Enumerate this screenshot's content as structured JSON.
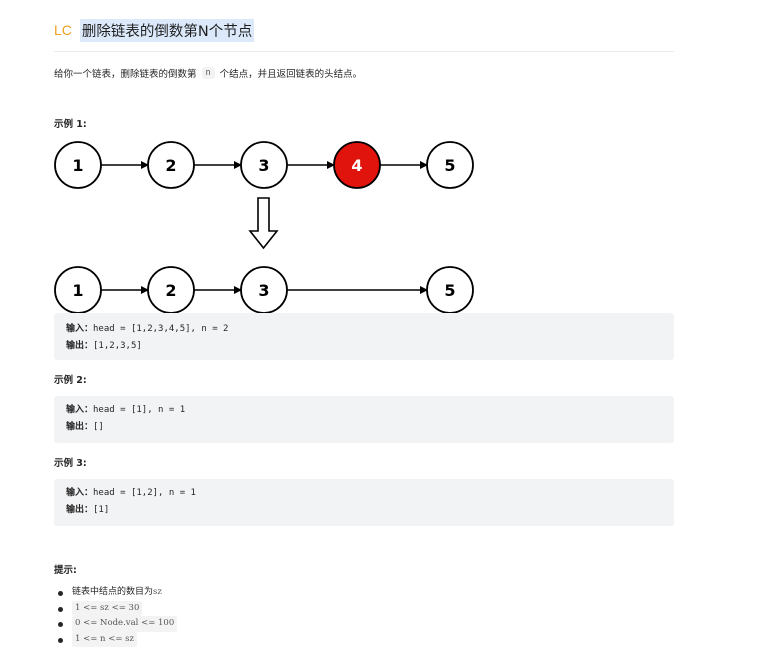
{
  "header": {
    "tag": "LC",
    "title": "删除链表的倒数第N个节点"
  },
  "description": {
    "before": "给你一个链表，删除链表的倒数第 ",
    "code": "n",
    "after": " 个结点，并且返回链表的头结点。"
  },
  "examples": [
    {
      "label": "示例 1:",
      "input_key": "输入：",
      "input": "head = [1,2,3,4,5], n = 2",
      "output_key": "输出：",
      "output": "[1,2,3,5]"
    },
    {
      "label": "示例 2:",
      "input_key": "输入：",
      "input": "head = [1], n = 1",
      "output_key": "输出：",
      "output": "[]"
    },
    {
      "label": "示例 3:",
      "input_key": "输入：",
      "input": "head = [1,2], n = 1",
      "output_key": "输出：",
      "output": "[1]"
    }
  ],
  "diagram": {
    "before_nodes": [
      "1",
      "2",
      "3",
      "4",
      "5"
    ],
    "removed_index": 3,
    "after_nodes": [
      "1",
      "2",
      "3",
      "5"
    ],
    "node_color": "#ffffff",
    "removed_color": "#e0140c"
  },
  "hints": {
    "label": "提示:",
    "items": [
      {
        "text": "链表中结点的数目为 ",
        "code": "sz"
      },
      {
        "text": "",
        "code": "1 <= sz <= 30"
      },
      {
        "text": "",
        "code": "0 <= Node.val <= 100"
      },
      {
        "text": "",
        "code": "1 <= n <= sz"
      }
    ]
  }
}
